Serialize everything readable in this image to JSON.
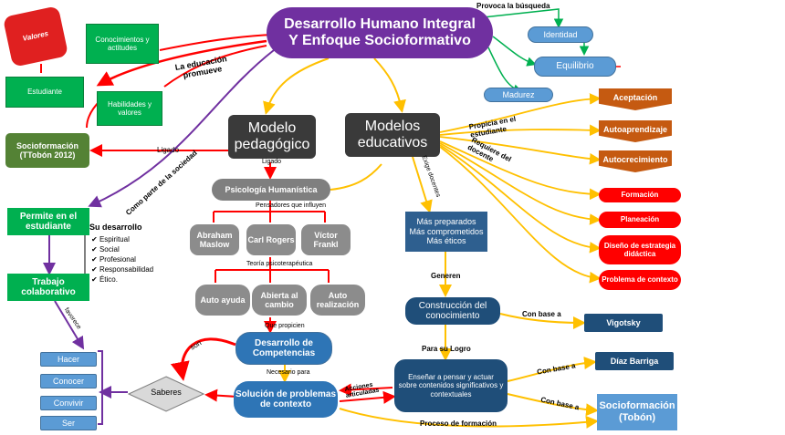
{
  "title": "Desarrollo Humano Integral\nY Enfoque Socioformativo",
  "left": {
    "valores": "Valores",
    "conocimientos": "Conocimientos y actitudes",
    "estudiante": "Estudiante",
    "habilidades": "Habilidades y valores",
    "socioformacion": "Socioformación (TTobón 2012)",
    "permite": "Permite en el estudiante",
    "trabajo": "Trabajo colaborativo",
    "su_desarrollo": "Su desarrollo",
    "desarrollo_items": [
      "Espiritual",
      "Social",
      "Profesional",
      "Responsabilidad",
      "Ético."
    ],
    "acciones": [
      "Hacer",
      "Conocer",
      "Convivir",
      "Ser"
    ],
    "saberes": "Saberes"
  },
  "center": {
    "modelo_pedagogico": "Modelo pedagógico",
    "modelos_educativos": "Modelos educativos",
    "psicologia": "Psicología Humanística",
    "pensadores": [
      "Abraham Maslow",
      "Carl Rogers",
      "Víctor Frankl"
    ],
    "teoria": [
      "Auto ayuda",
      "Abierta al cambio",
      "Auto realización"
    ],
    "desarrollo_competencias": "Desarrollo de Competencias",
    "solucion": "Solución de problemas de contexto"
  },
  "right": {
    "identidad": "Identidad",
    "equilibrio": "Equilibrio",
    "madurez": "Madurez",
    "estudiante_items": [
      "Aceptación",
      "Autoaprendizaje",
      "Autocrecimiento"
    ],
    "docente_items": [
      "Formación",
      "Planeación",
      "Diseño de estrategia didáctica",
      "Problema de contexto"
    ],
    "mas_preparados": "Más preparados\nMás comprometidos\nMás éticos",
    "construccion": "Construcción del conocimiento",
    "ensenar": "Enseñar a pensar y actuar sobre contenidos significativos y contextuales",
    "vigotsky": "Vigotsky",
    "diaz_barriga": "Díaz Barriga",
    "socioformacion_tobon": "Socioformación (Tobón)"
  },
  "labels": {
    "provoca": "Provoca la búsqueda",
    "educacion_promueve": "La educación promueve",
    "ligado": "Ligado",
    "ligado2": "Ligado",
    "como_parte": "Como parte de la sociedad",
    "propicia": "Propicia en el estudiante",
    "requiere": "Requiere del docente",
    "exige": "Exige docentes",
    "pensadores_influyen": "Pensadores que influyen",
    "teoria_psico": "Teoría psicoterapéutica",
    "que_propicien": "Que propicien",
    "necesario_para": "Necesario para",
    "son": "son",
    "favorece": "favorece",
    "generen": "Generen",
    "para_su_logro": "Para su Logro",
    "con_base_a1": "Con base a",
    "con_base_a2": "Con base a",
    "con_base_a3": "Con base a",
    "acciones_articuladas": "Acciones articuladas",
    "proceso_formacion": "Proceso de formación"
  }
}
